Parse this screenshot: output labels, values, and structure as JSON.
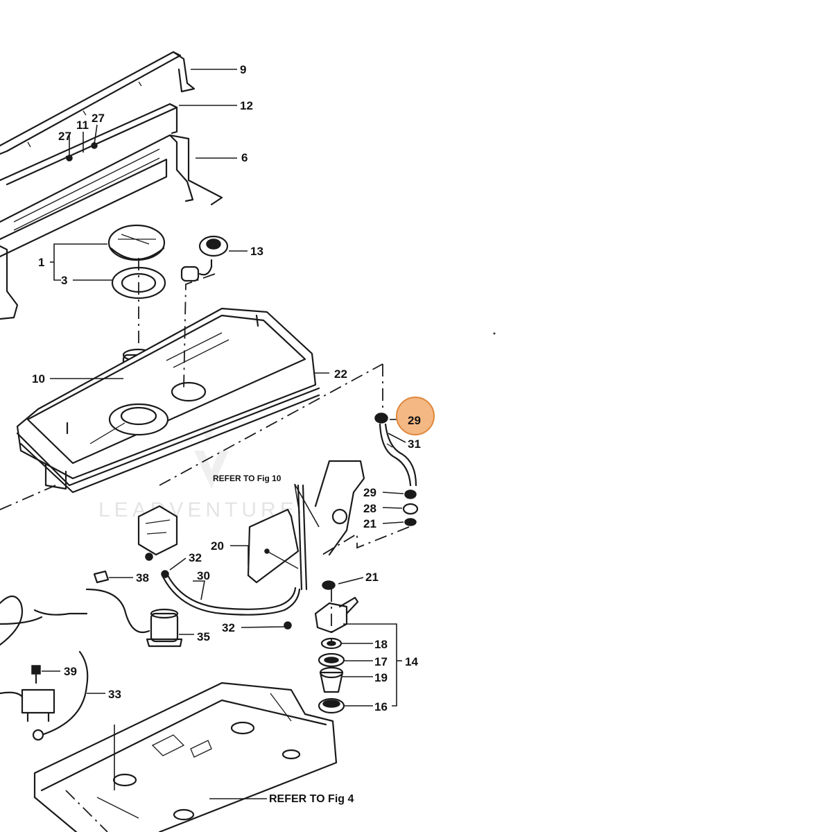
{
  "callouts": [
    {
      "id": "9",
      "label": "9"
    },
    {
      "id": "12",
      "label": "12"
    },
    {
      "id": "6",
      "label": "6"
    },
    {
      "id": "27a",
      "label": "27"
    },
    {
      "id": "11",
      "label": "11"
    },
    {
      "id": "27b",
      "label": "27"
    },
    {
      "id": "13",
      "label": "13"
    },
    {
      "id": "1",
      "label": "1"
    },
    {
      "id": "3",
      "label": "3"
    },
    {
      "id": "10",
      "label": "10"
    },
    {
      "id": "22",
      "label": "22"
    },
    {
      "id": "29-highlight",
      "label": "29"
    },
    {
      "id": "31",
      "label": "31"
    },
    {
      "id": "29",
      "label": "29"
    },
    {
      "id": "28",
      "label": "28"
    },
    {
      "id": "21a",
      "label": "21"
    },
    {
      "id": "21b",
      "label": "21"
    },
    {
      "id": "20",
      "label": "20"
    },
    {
      "id": "32a",
      "label": "32"
    },
    {
      "id": "38",
      "label": "38"
    },
    {
      "id": "30",
      "label": "30"
    },
    {
      "id": "32b",
      "label": "32"
    },
    {
      "id": "35",
      "label": "35"
    },
    {
      "id": "39",
      "label": "39"
    },
    {
      "id": "33",
      "label": "33"
    },
    {
      "id": "18",
      "label": "18"
    },
    {
      "id": "17",
      "label": "17"
    },
    {
      "id": "14",
      "label": "14"
    },
    {
      "id": "19",
      "label": "19"
    },
    {
      "id": "16",
      "label": "16"
    }
  ],
  "references": {
    "fig10": "REFER TO Fig 10",
    "fig4": "REFER TO Fig 4"
  },
  "watermark": "LEADVENTURE",
  "highlight": {
    "part": "29",
    "color": "#f0b07a",
    "border_color": "#e0873a"
  }
}
